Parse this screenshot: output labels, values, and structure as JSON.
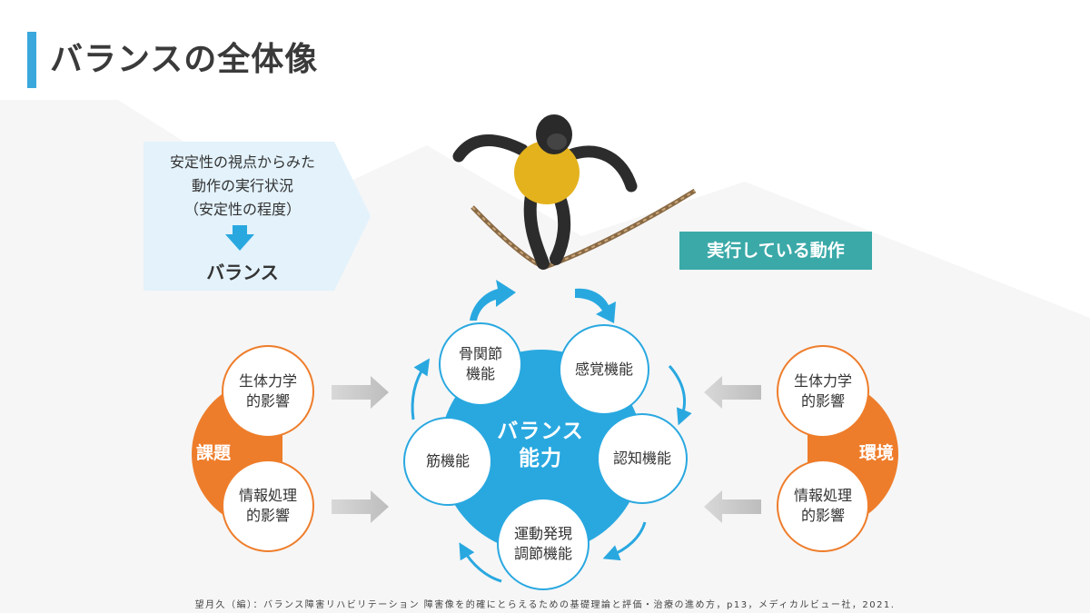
{
  "title": "バランスの全体像",
  "info_box": {
    "lines": [
      "安定性の視点からみた",
      "動作の実行状況",
      "（安定性の程度）"
    ],
    "result": "バランス"
  },
  "action_label": "実行している動作",
  "center": {
    "line1": "バランス",
    "line2": "能力"
  },
  "functions": {
    "bone_joint": [
      "骨関節",
      "機能"
    ],
    "sensory": "感覚機能",
    "cognitive": "認知機能",
    "motor": [
      "運動発現",
      "調節機能"
    ],
    "muscle": "筋機能"
  },
  "left_group": {
    "label": "課題",
    "top": [
      "生体力学",
      "的影響"
    ],
    "bottom": [
      "情報処理",
      "的影響"
    ]
  },
  "right_group": {
    "label": "環境",
    "top": [
      "生体力学",
      "的影響"
    ],
    "bottom": [
      "情報処理",
      "的影響"
    ]
  },
  "citation": "望月久（編）：バランス障害リハビリテーション 障害像を的確にとらえるための基礎理論と評価・治療の進め方，p13，メディカルビュー社，2021.",
  "colors": {
    "accent_blue": "#29a8e0",
    "accent_orange": "#ee7d2b",
    "teal_label": "#3aa9a8",
    "info_box": "#e3f2fb"
  }
}
